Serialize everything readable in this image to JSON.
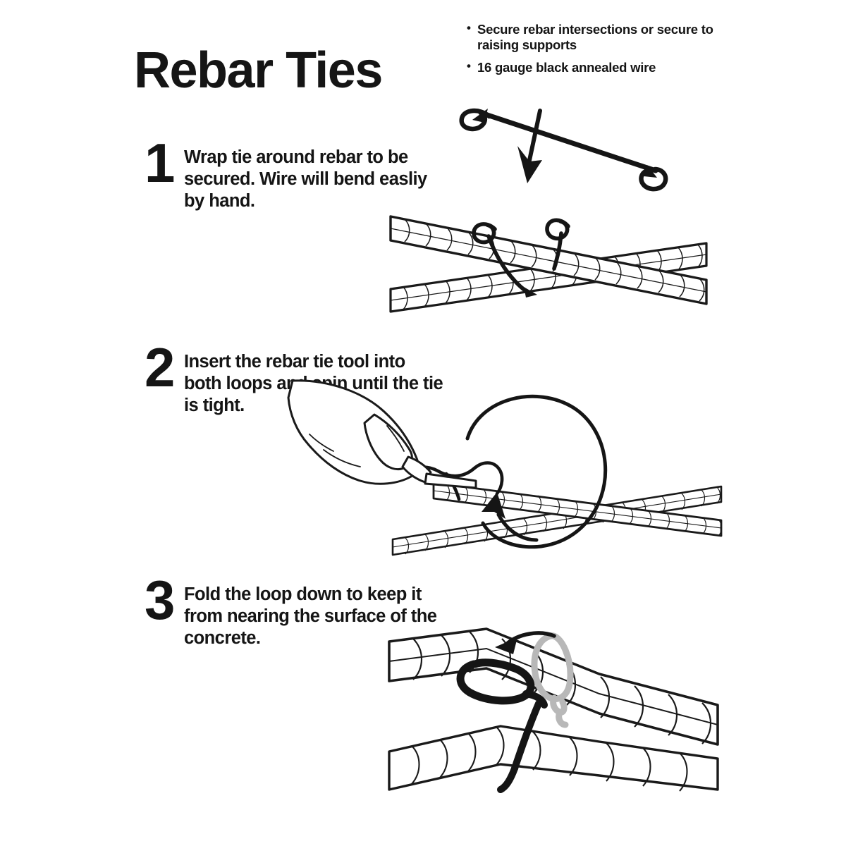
{
  "header": {
    "title": "Rebar Ties",
    "features": [
      "Secure rebar intersections or secure to raising supports",
      "16 gauge black annealed wire"
    ]
  },
  "steps": [
    {
      "number": "1",
      "text": "Wrap tie around rebar to be secured. Wire will bend easliy by hand.",
      "illustration": "wire-tie-over-crossed-rebar"
    },
    {
      "number": "2",
      "text": "Insert the rebar tie tool into both loops and spin until the tie is tight.",
      "illustration": "hand-with-tie-tool-spinning"
    },
    {
      "number": "3",
      "text": "Fold the loop down to keep it from nearing the surface of the concrete.",
      "illustration": "folded-loop-on-rebar"
    }
  ],
  "colors": {
    "ink": "#151515",
    "background": "#ffffff",
    "ghost_gray": "#b8b8b8",
    "rebar_line": "#1a1a1a"
  }
}
